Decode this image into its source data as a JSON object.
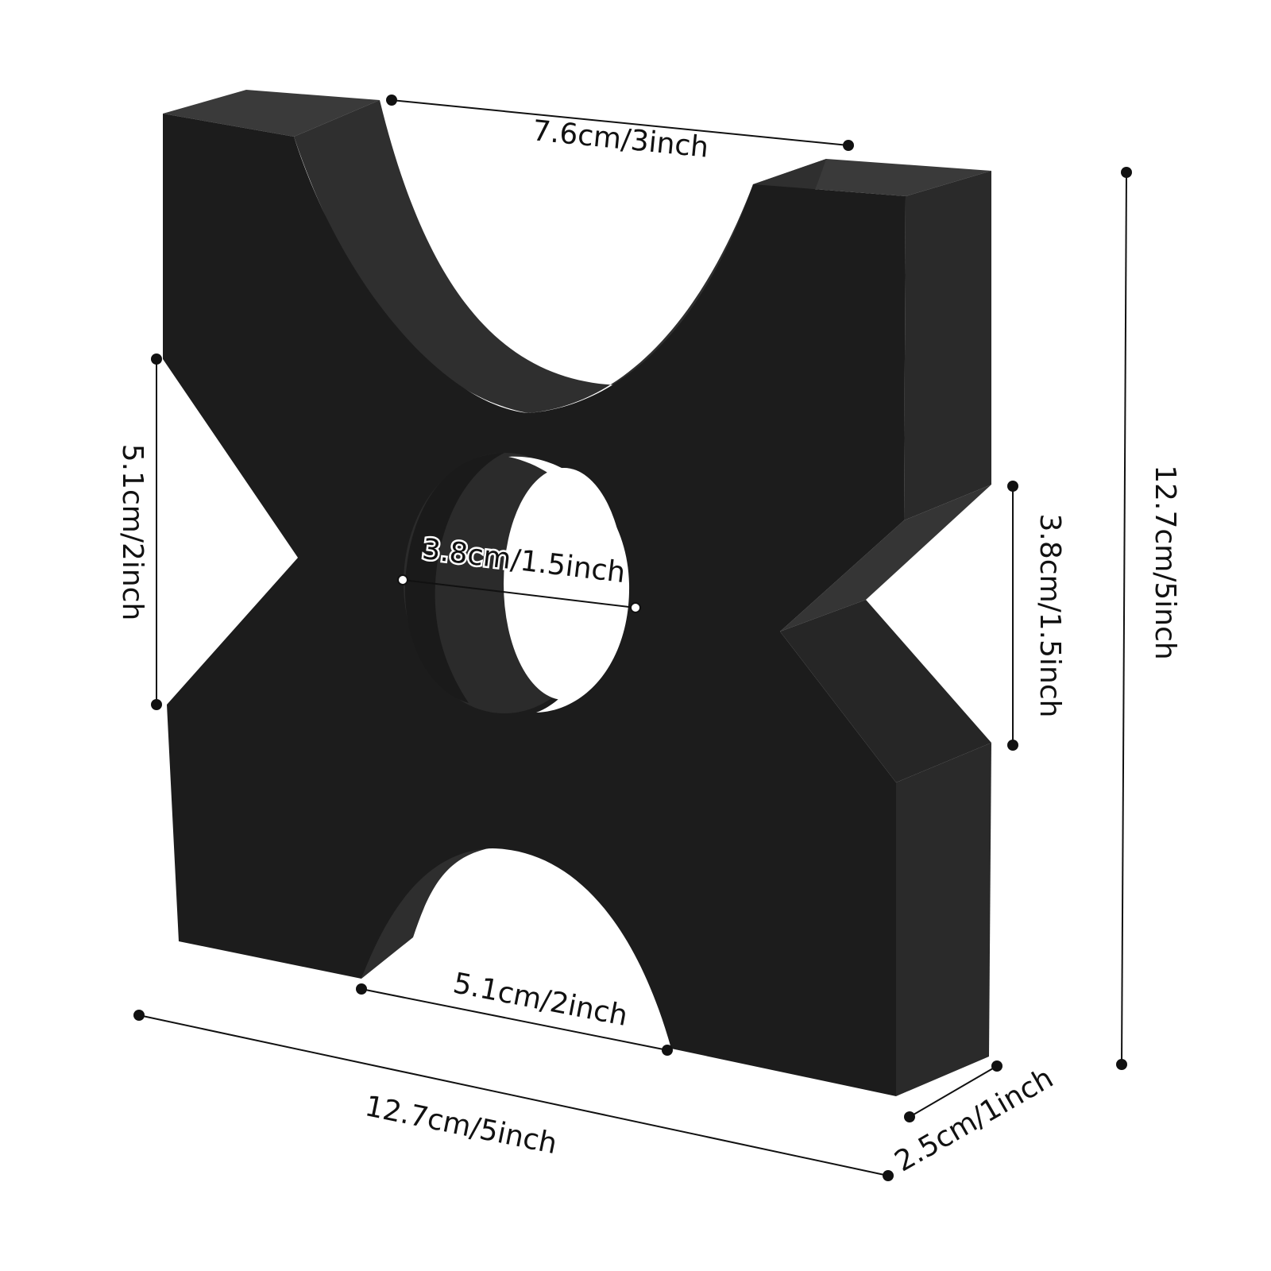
{
  "dimensions": {
    "top_opening_width": "7.6cm/3inch",
    "center_hole_diameter": "3.8cm/1.5inch",
    "left_notch_height": "5.1cm/2inch",
    "right_notch_height": "3.8cm/1.5inch",
    "overall_height": "12.7cm/5inch",
    "bottom_opening_width": "5.1cm/2inch",
    "overall_width": "12.7cm/5inch",
    "thickness": "2.5cm/1inch"
  },
  "colors": {
    "face": "#1e1e1e",
    "top_face": "#333333",
    "side_face": "#282828",
    "inner_wall": "#2c2c2c",
    "line": "#111111",
    "background": "#ffffff"
  }
}
